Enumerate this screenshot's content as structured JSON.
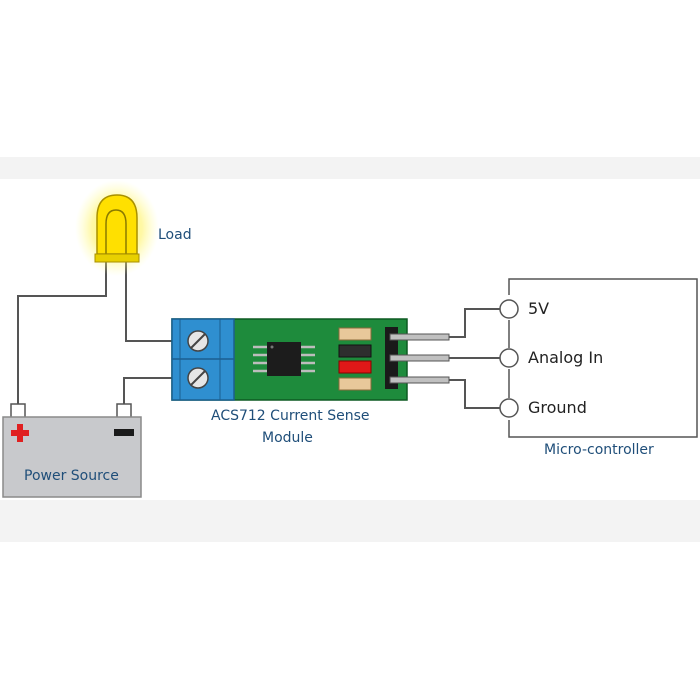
{
  "labels": {
    "load": "Load",
    "power_source": "Power Source",
    "module_line1": "ACS712 Current Sense",
    "module_line2": "Module",
    "microcontroller": "Micro-controller",
    "pin_5v": "5V",
    "pin_analog": "Analog In",
    "pin_ground": "Ground"
  },
  "colors": {
    "label_blue": "#1f4e79",
    "wire": "#555555",
    "pcb_green": "#1e8b3c",
    "terminal_blue": "#2f8fd0",
    "bulb_yellow": "#ffe000",
    "battery_gray": "#c8c9cc",
    "plus_red": "#e02020"
  },
  "icons": [
    "light-bulb-icon",
    "battery-icon",
    "screw-terminal-icon",
    "chip-icon",
    "pin-header-icon"
  ]
}
